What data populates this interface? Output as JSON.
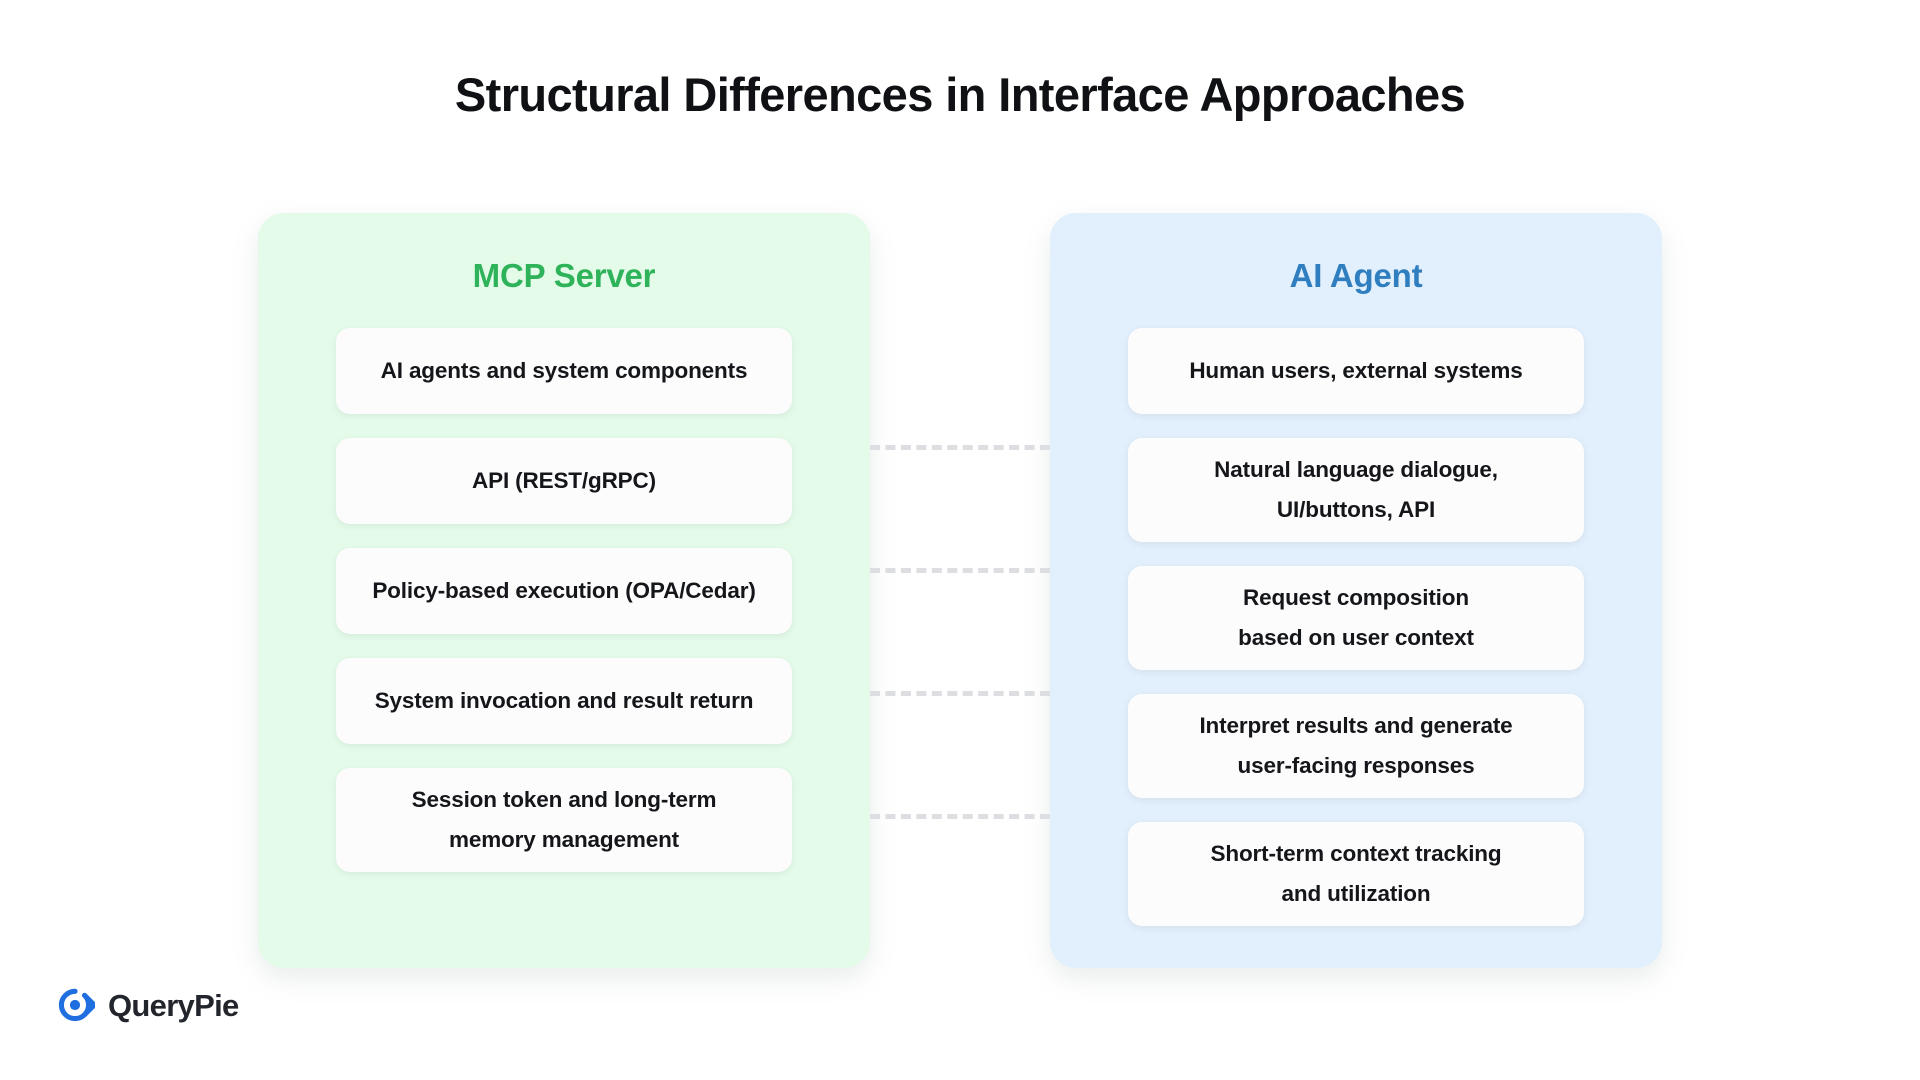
{
  "page": {
    "title": "Structural Differences in Interface Approaches",
    "background_color": "#ffffff"
  },
  "columns": [
    {
      "id": "mcp-server",
      "title": "MCP Server",
      "title_color": "#2fb35a",
      "panel_color": "#e4fbe9",
      "items": [
        "AI agents and system components",
        "API (REST/gRPC)",
        "Policy-based execution (OPA/Cedar)",
        "System invocation and result return",
        "Session token and long-term\nmemory management"
      ]
    },
    {
      "id": "ai-agent",
      "title": "AI Agent",
      "title_color": "#2f7ec0",
      "panel_color": "#e2effc",
      "items": [
        "Human users, external systems",
        "Natural language dialogue,\nUI/buttons, API",
        "Request composition\nbased on user context",
        "Interpret results and generate\nuser-facing responses",
        "Short-term context tracking\nand utilization"
      ]
    }
  ],
  "connectors": {
    "style": "dashed",
    "color": "#dcdee1",
    "count": 4
  },
  "logo": {
    "text": "QueryPie",
    "mark_color": "#1f6fe0",
    "text_color": "#22262c"
  }
}
